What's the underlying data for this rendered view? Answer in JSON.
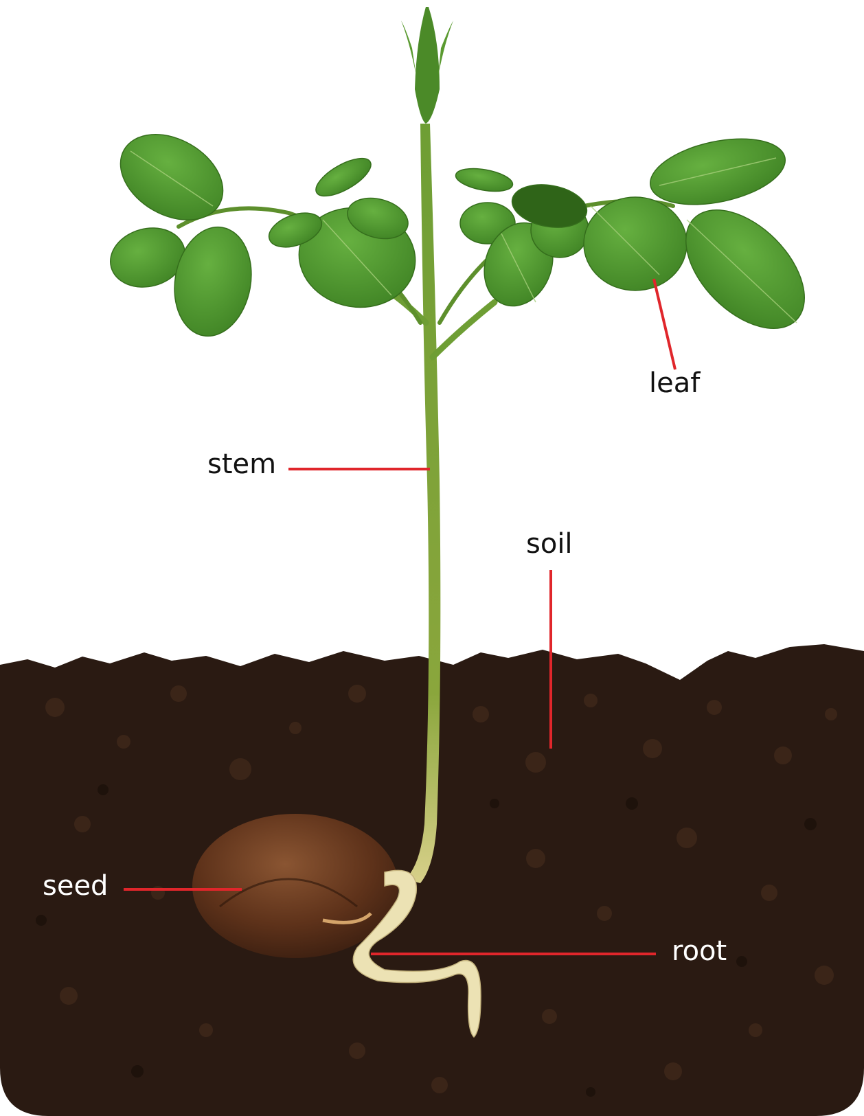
{
  "diagram": {
    "labels": {
      "leaf": "leaf",
      "stem": "stem",
      "soil": "soil",
      "seed": "seed",
      "root": "root"
    }
  },
  "colors": {
    "leader_line": "#e0262b",
    "soil": "#2a1a12",
    "leaf": "#4f9a2e",
    "stem": "#7ea93a",
    "root": "#ece2b4",
    "seed": "#6e3e22"
  }
}
